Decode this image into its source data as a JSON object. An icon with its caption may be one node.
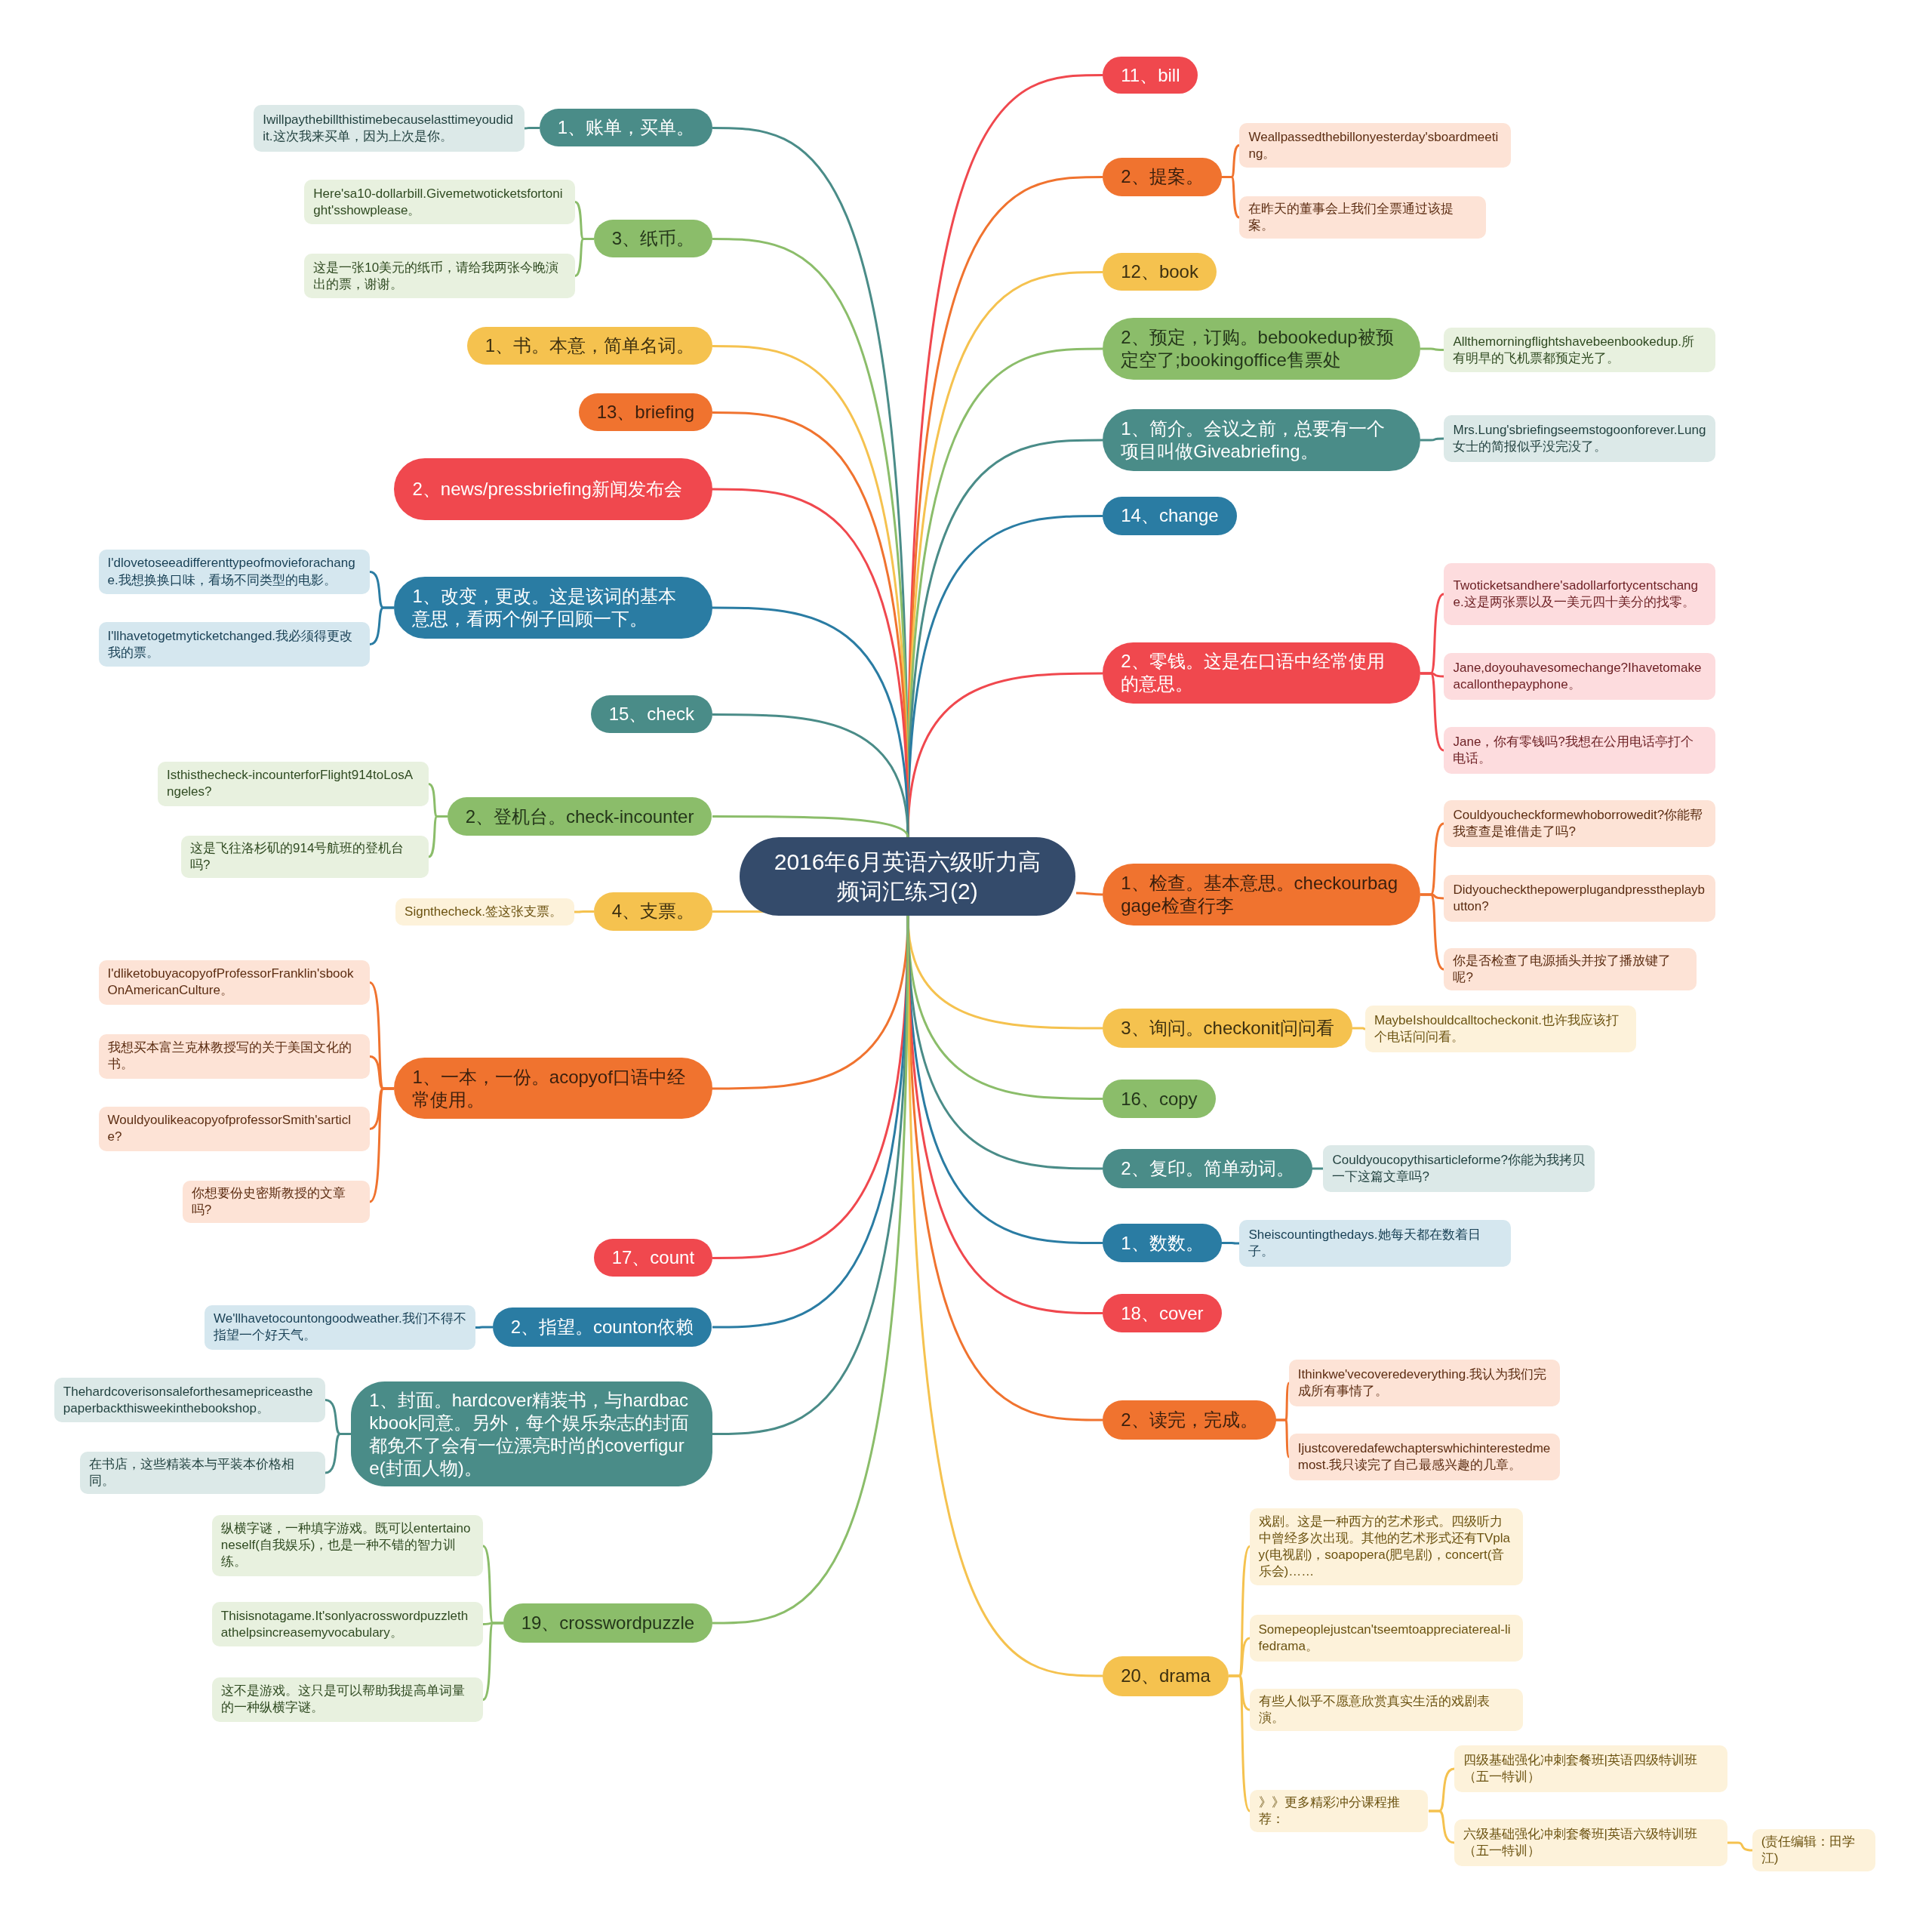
{
  "diagram": {
    "nodes": [
      {
        "text": [
          "2016年6月英语六级听力高频词汇练习(2)"
        ]
      },
      {
        "text": [
          "11、bill"
        ]
      },
      {
        "text": [
          "2、提案。"
        ]
      },
      {
        "text": [
          "Weallpassedthebillonyesterday'sboardmeeting。"
        ]
      },
      {
        "text": [
          "在昨天的董事会上我们全票通过该提案。"
        ]
      },
      {
        "text": [
          "12、book"
        ]
      },
      {
        "text": [
          "2、预定，订购。bebookedup被预定空了;bookingoffice售票处"
        ]
      },
      {
        "text": [
          "Allthemorningflightshavebeenbookedup.所有明早的飞机票都预定光了。"
        ]
      },
      {
        "text": [
          "1、简介。会议之前，总要有一个项目叫做Giveabriefing。"
        ]
      },
      {
        "text": [
          "Mrs.Lung'sbriefingseemstogoonforever.Lung女士的简报似乎没完没了。"
        ]
      },
      {
        "text": [
          "14、change"
        ]
      },
      {
        "text": [
          "2、零钱。这是在口语中经常使用的意思。"
        ]
      },
      {
        "text": [
          "Twoticketsandhere'sadollarfortycentschange.这是两张票以及一美元四十美分的找零。"
        ]
      },
      {
        "text": [
          "Jane,doyouhavesomechange?Ihavetomakeacallonthepayphone。"
        ]
      },
      {
        "text": [
          "Jane，你有零钱吗?我想在公用电话亭打个电话。"
        ]
      },
      {
        "text": [
          "1、检查。基本意思。checkourbaggage检查行李"
        ]
      },
      {
        "text": [
          "Couldyoucheckformewhoborrowedit?你能帮我查查是谁借走了吗?"
        ]
      },
      {
        "text": [
          "Didyoucheckthepowerplugandpresstheplaybutton?"
        ]
      },
      {
        "text": [
          "你是否检查了电源插头并按了播放键了呢?"
        ]
      },
      {
        "text": [
          "3、询问。checkonit问问看"
        ]
      },
      {
        "text": [
          "MaybeIshouldcalltocheckonit.也许我应该打个电话问问看。"
        ]
      },
      {
        "text": [
          "16、copy"
        ]
      },
      {
        "text": [
          "2、复印。简单动词。"
        ]
      },
      {
        "text": [
          "Couldyoucopythisarticleforme?你能为我拷贝一下这篇文章吗?"
        ]
      },
      {
        "text": [
          "1、数数。"
        ]
      },
      {
        "text": [
          "Sheiscountingthedays.她每天都在数着日子。"
        ]
      },
      {
        "text": [
          "18、cover"
        ]
      },
      {
        "text": [
          "2、读完，完成。"
        ]
      },
      {
        "text": [
          "Ithinkwe'vecoveredeverything.我认为我们完成所有事情了。"
        ]
      },
      {
        "text": [
          "Ijustcoveredafewchapterswhichinterestedmemost.我只读完了自己最感兴趣的几章。"
        ]
      },
      {
        "text": [
          "20、drama"
        ]
      },
      {
        "text": [
          "戏剧。这是一种西方的艺术形式。四级听力中曾经多次出现。其他的艺术形式还有TVplay(电视剧)，soapopera(肥皂剧)，concert(音乐会)……"
        ]
      },
      {
        "text": [
          "Somepeoplejustcan'tseemtoappreciatereal-lifedrama。"
        ]
      },
      {
        "text": [
          "有些人似乎不愿意欣赏真实生活的戏剧表演。"
        ]
      },
      {
        "text": [
          "》》更多精彩冲分课程推荐："
        ]
      },
      {
        "text": [
          "四级基础强化冲刺套餐班|英语四级特训班（五一特训）"
        ]
      },
      {
        "text": [
          "六级基础强化冲刺套餐班|英语六级特训班（五一特训）"
        ]
      },
      {
        "text": [
          "(责任编辑：田学江)"
        ]
      },
      {
        "text": [
          "1、账单，买单。"
        ]
      },
      {
        "text": [
          "Iwillpaythebillthistimebecauselasttimeyoudidit.这次我来买单，因为上次是你。"
        ]
      },
      {
        "text": [
          "3、纸币。"
        ]
      },
      {
        "text": [
          "Here'sa10-dollarbill.Givemetwoticketsfortonight'sshowplease。"
        ]
      },
      {
        "text": [
          "这是一张10美元的纸币，请给我两张今晚演出的票，谢谢。"
        ]
      },
      {
        "text": [
          "1、书。本意，简单名词。"
        ]
      },
      {
        "text": [
          "13、briefing"
        ]
      },
      {
        "text": [
          "2、news/pressbriefing新闻发布会"
        ]
      },
      {
        "text": [
          "1、改变，更改。这是该词的基本意思，看两个例子回顾一下。"
        ]
      },
      {
        "text": [
          "I'dlovetoseeadifferenttypeofmovieforachange.我想换换口味，看场不同类型的电影。"
        ]
      },
      {
        "text": [
          "I'llhavetogetmyticketchanged.我必须得更改我的票。"
        ]
      },
      {
        "text": [
          "15、check"
        ]
      },
      {
        "text": [
          "2、登机台。check-incounter"
        ]
      },
      {
        "text": [
          "Isthisthecheck-incounterforFlight914toLosAngeles?"
        ]
      },
      {
        "text": [
          "这是飞往洛杉矶的914号航班的登机台吗?"
        ]
      },
      {
        "text": [
          "4、支票。"
        ]
      },
      {
        "text": [
          "Signthecheck.签这张支票。"
        ]
      },
      {
        "text": [
          "1、一本，一份。acopyof口语中经常使用。"
        ]
      },
      {
        "text": [
          "I'dliketobuyacopyofProfessorFranklin'sbookOnAmericanCulture。"
        ]
      },
      {
        "text": [
          "我想买本富兰克林教授写的关于美国文化的书。"
        ]
      },
      {
        "text": [
          "WouldyoulikeacopyofprofessorSmith'sarticle?"
        ]
      },
      {
        "text": [
          "你想要份史密斯教授的文章吗?"
        ]
      },
      {
        "text": [
          "17、count"
        ]
      },
      {
        "text": [
          "2、指望。counton依赖"
        ]
      },
      {
        "text": [
          "We'llhavetocountongoodweather.我们不得不指望一个好天气。"
        ]
      },
      {
        "text": [
          "1、封面。hardcover精装书，与hardbackbook同意。另外，每个娱乐杂志的封面都免不了会有一位漂亮时尚的coverfigure(封面人物)。"
        ]
      },
      {
        "text": [
          "Thehardcoverisonsaleforthesamepriceasthepaperbackthisweekinthebookshop。"
        ]
      },
      {
        "text": [
          "在书店，这些精装本与平装本价格相同。"
        ]
      },
      {
        "text": [
          "19、crosswordpuzzle"
        ]
      },
      {
        "text": [
          "纵横字谜，一种填字游戏。既可以entertainoneself(自我娱乐)，也是一种不错的智力训练。"
        ]
      },
      {
        "text": [
          "Thisisnotagame.It'sonlyacrosswordpuzzlethathelpsincreasemyvocabulary。"
        ]
      },
      {
        "text": [
          "这不是游戏。这只是可以帮助我提高单词量的一种纵横字谜。"
        ]
      }
    ],
    "edges": [
      {
        "from": 0,
        "to": 1,
        "arrow": "none",
        "color": "#f0484e"
      },
      {
        "from": 0,
        "to": 2,
        "arrow": "none",
        "color": "#f0732f"
      },
      {
        "from": 0,
        "to": 5,
        "arrow": "none",
        "color": "#f5c24f"
      },
      {
        "from": 0,
        "to": 6,
        "arrow": "none",
        "color": "#8bbd6a"
      },
      {
        "from": 0,
        "to": 8,
        "arrow": "none",
        "color": "#4a8c88"
      },
      {
        "from": 0,
        "to": 10,
        "arrow": "none",
        "color": "#2a7ca3"
      },
      {
        "from": 0,
        "to": 11,
        "arrow": "none",
        "color": "#f0484e"
      },
      {
        "from": 0,
        "to": 15,
        "arrow": "none",
        "color": "#f0732f"
      },
      {
        "from": 0,
        "to": 19,
        "arrow": "none",
        "color": "#f5c24f"
      },
      {
        "from": 0,
        "to": 21,
        "arrow": "none",
        "color": "#8bbd6a"
      },
      {
        "from": 0,
        "to": 22,
        "arrow": "none",
        "color": "#4a8c88"
      },
      {
        "from": 0,
        "to": 24,
        "arrow": "none",
        "color": "#2a7ca3"
      },
      {
        "from": 0,
        "to": 26,
        "arrow": "none",
        "color": "#f0484e"
      },
      {
        "from": 0,
        "to": 27,
        "arrow": "none",
        "color": "#f0732f"
      },
      {
        "from": 0,
        "to": 30,
        "arrow": "none",
        "color": "#f5c24f"
      },
      {
        "from": 0,
        "to": 38,
        "arrow": "none",
        "color": "#4a8c88"
      },
      {
        "from": 0,
        "to": 40,
        "arrow": "none",
        "color": "#8bbd6a"
      },
      {
        "from": 0,
        "to": 43,
        "arrow": "none",
        "color": "#f5c24f"
      },
      {
        "from": 0,
        "to": 44,
        "arrow": "none",
        "color": "#f0732f"
      },
      {
        "from": 0,
        "to": 45,
        "arrow": "none",
        "color": "#f0484e"
      },
      {
        "from": 0,
        "to": 46,
        "arrow": "none",
        "color": "#2a7ca3"
      },
      {
        "from": 0,
        "to": 49,
        "arrow": "none",
        "color": "#4a8c88"
      },
      {
        "from": 0,
        "to": 50,
        "arrow": "none",
        "color": "#8bbd6a"
      },
      {
        "from": 0,
        "to": 53,
        "arrow": "none",
        "color": "#f5c24f"
      },
      {
        "from": 0,
        "to": 55,
        "arrow": "none",
        "color": "#f0732f"
      },
      {
        "from": 0,
        "to": 60,
        "arrow": "none",
        "color": "#f0484e"
      },
      {
        "from": 0,
        "to": 61,
        "arrow": "none",
        "color": "#2a7ca3"
      },
      {
        "from": 0,
        "to": 63,
        "arrow": "none",
        "color": "#4a8c88"
      },
      {
        "from": 0,
        "to": 66,
        "arrow": "none",
        "color": "#8bbd6a"
      },
      {
        "from": 2,
        "to": 3,
        "arrow": "none",
        "color": "#f0732f"
      },
      {
        "from": 2,
        "to": 4,
        "arrow": "none",
        "color": "#f0732f"
      },
      {
        "from": 6,
        "to": 7,
        "arrow": "none",
        "color": "#8bbd6a"
      },
      {
        "from": 8,
        "to": 9,
        "arrow": "none",
        "color": "#4a8c88"
      },
      {
        "from": 11,
        "to": 12,
        "arrow": "none",
        "color": "#f0484e"
      },
      {
        "from": 11,
        "to": 13,
        "arrow": "none",
        "color": "#f0484e"
      },
      {
        "from": 11,
        "to": 14,
        "arrow": "none",
        "color": "#f0484e"
      },
      {
        "from": 15,
        "to": 16,
        "arrow": "none",
        "color": "#f0732f"
      },
      {
        "from": 15,
        "to": 17,
        "arrow": "none",
        "color": "#f0732f"
      },
      {
        "from": 15,
        "to": 18,
        "arrow": "none",
        "color": "#f0732f"
      },
      {
        "from": 19,
        "to": 20,
        "arrow": "none",
        "color": "#f5c24f"
      },
      {
        "from": 22,
        "to": 23,
        "arrow": "none",
        "color": "#4a8c88"
      },
      {
        "from": 24,
        "to": 25,
        "arrow": "none",
        "color": "#2a7ca3"
      },
      {
        "from": 27,
        "to": 28,
        "arrow": "none",
        "color": "#f0732f"
      },
      {
        "from": 27,
        "to": 29,
        "arrow": "none",
        "color": "#f0732f"
      },
      {
        "from": 30,
        "to": 31,
        "arrow": "none",
        "color": "#f5c24f"
      },
      {
        "from": 30,
        "to": 32,
        "arrow": "none",
        "color": "#f5c24f"
      },
      {
        "from": 30,
        "to": 33,
        "arrow": "none",
        "color": "#f5c24f"
      },
      {
        "from": 30,
        "to": 34,
        "arrow": "none",
        "color": "#f5c24f"
      },
      {
        "from": 34,
        "to": 35,
        "arrow": "none",
        "color": "#f5c24f"
      },
      {
        "from": 34,
        "to": 36,
        "arrow": "none",
        "color": "#f5c24f"
      },
      {
        "from": 36,
        "to": 37,
        "arrow": "none",
        "color": "#f5c24f"
      },
      {
        "from": 38,
        "to": 39,
        "arrow": "none",
        "color": "#4a8c88"
      },
      {
        "from": 40,
        "to": 41,
        "arrow": "none",
        "color": "#8bbd6a"
      },
      {
        "from": 40,
        "to": 42,
        "arrow": "none",
        "color": "#8bbd6a"
      },
      {
        "from": 46,
        "to": 47,
        "arrow": "none",
        "color": "#2a7ca3"
      },
      {
        "from": 46,
        "to": 48,
        "arrow": "none",
        "color": "#2a7ca3"
      },
      {
        "from": 50,
        "to": 51,
        "arrow": "none",
        "color": "#8bbd6a"
      },
      {
        "from": 50,
        "to": 52,
        "arrow": "none",
        "color": "#8bbd6a"
      },
      {
        "from": 53,
        "to": 54,
        "arrow": "none",
        "color": "#f5c24f"
      },
      {
        "from": 55,
        "to": 56,
        "arrow": "none",
        "color": "#f0732f"
      },
      {
        "from": 55,
        "to": 57,
        "arrow": "none",
        "color": "#f0732f"
      },
      {
        "from": 55,
        "to": 58,
        "arrow": "none",
        "color": "#f0732f"
      },
      {
        "from": 55,
        "to": 59,
        "arrow": "none",
        "color": "#f0732f"
      },
      {
        "from": 61,
        "to": 62,
        "arrow": "none",
        "color": "#2a7ca3"
      },
      {
        "from": 63,
        "to": 64,
        "arrow": "none",
        "color": "#4a8c88"
      },
      {
        "from": 63,
        "to": 65,
        "arrow": "none",
        "color": "#4a8c88"
      },
      {
        "from": 66,
        "to": 67,
        "arrow": "none",
        "color": "#8bbd6a"
      },
      {
        "from": 66,
        "to": 68,
        "arrow": "none",
        "color": "#8bbd6a"
      },
      {
        "from": 66,
        "to": 69,
        "arrow": "none",
        "color": "#8bbd6a"
      }
    ]
  }
}
